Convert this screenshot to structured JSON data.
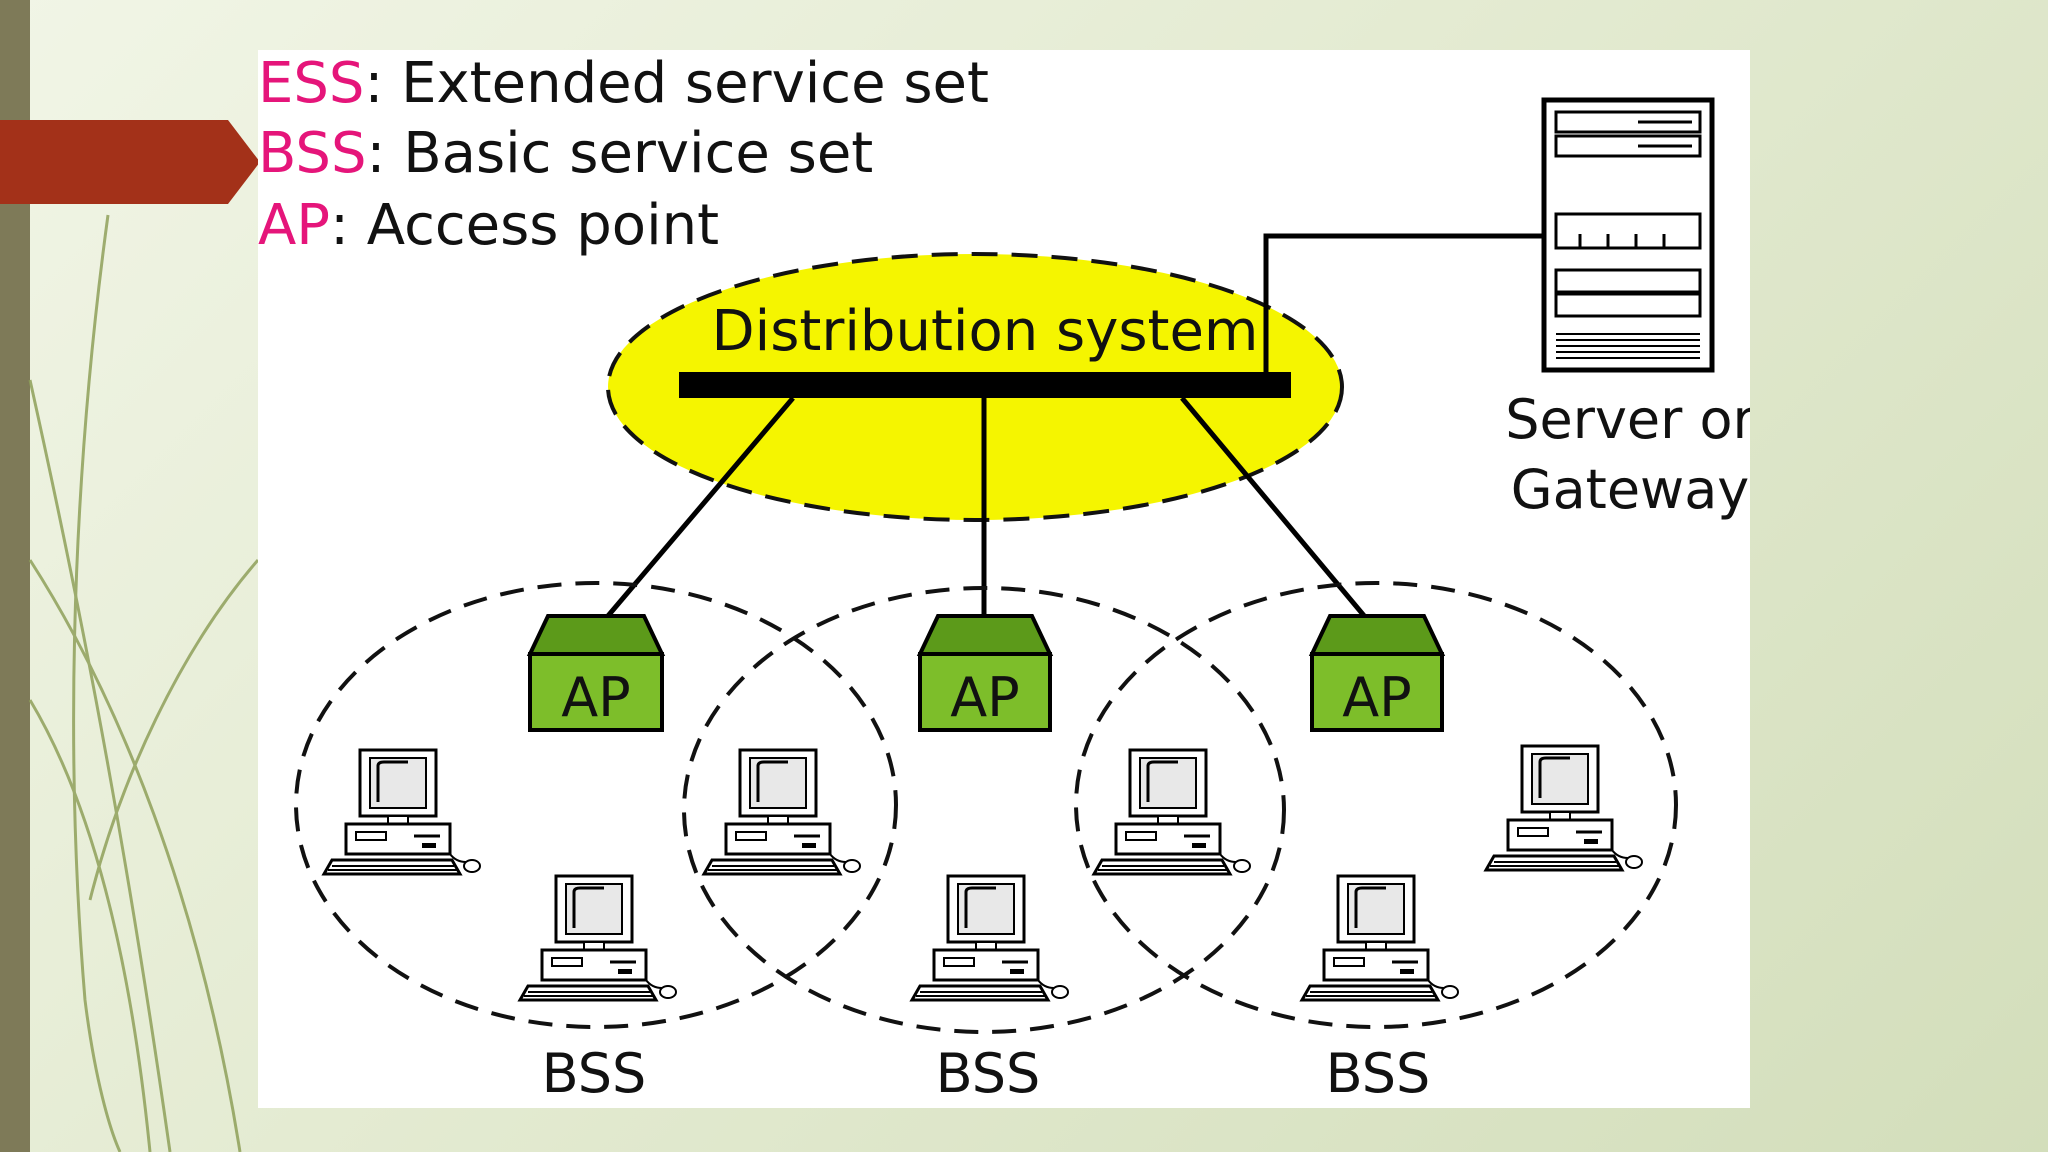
{
  "legend": [
    {
      "abbr": "ESS",
      "sep": ": ",
      "text": "Extended service set"
    },
    {
      "abbr": "BSS",
      "sep": ": ",
      "text": "Basic service set"
    },
    {
      "abbr": "AP",
      "sep": ": ",
      "text": "Access point"
    }
  ],
  "distribution_system": {
    "label": "Distribution system"
  },
  "server": {
    "line1": "Server or",
    "line2": "Gateway"
  },
  "access_points": [
    {
      "label": "AP"
    },
    {
      "label": "AP"
    },
    {
      "label": "AP"
    }
  ],
  "bss_labels": [
    "BSS",
    "BSS",
    "BSS"
  ],
  "colors": {
    "abbr": "#e5157a",
    "ellipse_fill": "#f5f500",
    "ap_fill": "#7dbe2a",
    "ap_top": "#5c9a1a",
    "sidebar": "#7e7a58",
    "accent_arrow": "#a33119",
    "line_decor": "#8fa05a"
  },
  "icons": {
    "computer": "desktop-computer-icon",
    "server": "server-tower-icon"
  }
}
